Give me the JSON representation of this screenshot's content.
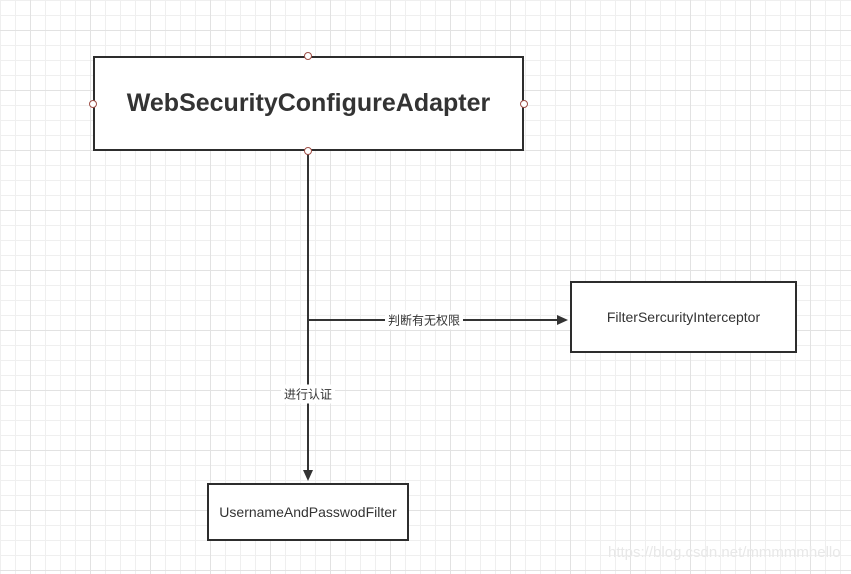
{
  "diagram": {
    "nodes": [
      {
        "id": "adapter",
        "label": "WebSecurityConfigureAdapter"
      },
      {
        "id": "interceptor",
        "label": "FilterSercurityInterceptor"
      },
      {
        "id": "filter",
        "label": "UsernameAndPasswodFilter"
      }
    ],
    "edges": [
      {
        "from": "adapter",
        "to": "interceptor",
        "label": "判断有无权限",
        "direction": "right"
      },
      {
        "from": "adapter",
        "to": "filter",
        "label": "进行认证",
        "direction": "down"
      }
    ]
  },
  "canvas": {
    "watermark": "https://blog.csdn.net/mmmmmhello"
  },
  "colors": {
    "node_border": "#2d2d2d",
    "node_text": "#333333",
    "edge": "#333333",
    "connection_point": "#9e4f47",
    "grid_minor": "#efefef",
    "grid_major": "#e2e2e2",
    "watermark": "#e8e8e8",
    "canvas_bg": "#ffffff"
  }
}
